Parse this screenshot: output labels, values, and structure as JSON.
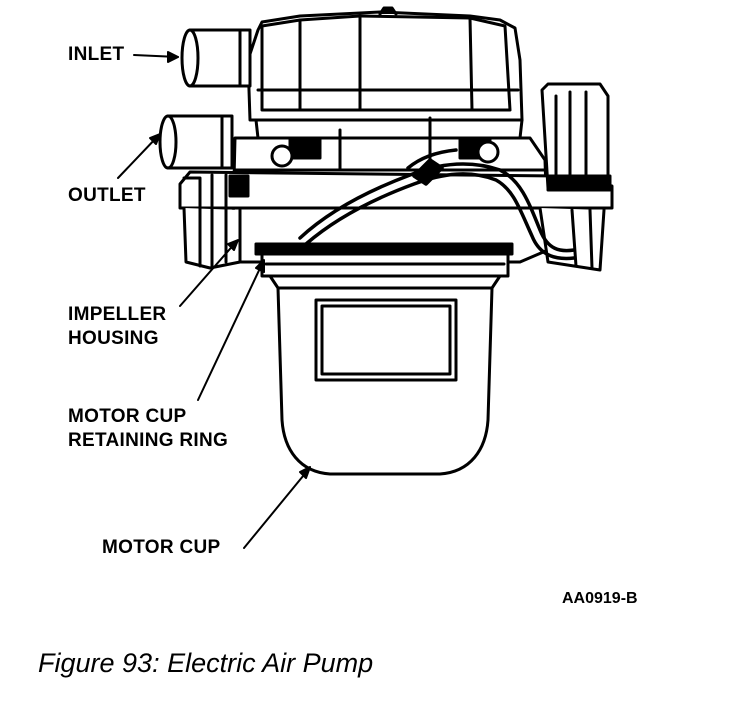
{
  "labels": {
    "inlet": "INLET",
    "outlet": "OUTLET",
    "impeller_line1": "IMPELLER",
    "impeller_line2": "HOUSING",
    "retaining_line1": "MOTOR CUP",
    "retaining_line2": "RETAINING RING",
    "motor_cup": "MOTOR CUP"
  },
  "drawing_code": "AA0919-B",
  "caption": "Figure 93: Electric Air Pump"
}
